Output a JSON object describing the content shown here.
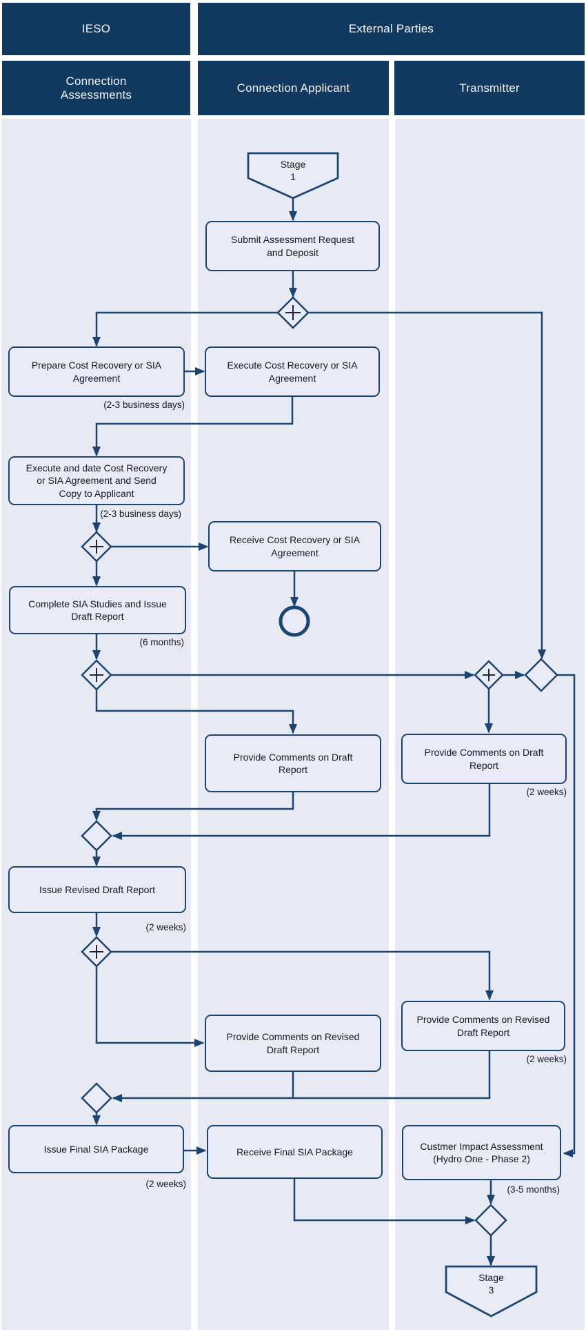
{
  "diagram_type": "swimlane-flowchart",
  "colors": {
    "header_fill": "#123a61",
    "header_text": "#f2f5f9",
    "lane_background": "#e7e9f3",
    "node_fill": "#e9ebf6",
    "line_and_border": "#1b4472",
    "text": "#16162e"
  },
  "header": {
    "groups": [
      {
        "label": "IESO"
      },
      {
        "label": "External Parties"
      }
    ],
    "lanes": [
      {
        "label": "Connection Assessments"
      },
      {
        "label": "Connection Applicant"
      },
      {
        "label": "Transmitter"
      }
    ]
  },
  "nodes": {
    "stage1": {
      "word": "Stage",
      "number": "1"
    },
    "submit": {
      "label": "Submit Assessment Request and Deposit"
    },
    "prepare": {
      "label": "Prepare Cost Recovery or SIA Agreement",
      "caption": "(2-3 business days)"
    },
    "execute": {
      "label": "Execute Cost Recovery or SIA Agreement"
    },
    "execute_date": {
      "label": "Execute and date Cost Recovery or SIA Agreement and Send Copy to Applicant",
      "caption": "(2-3 business days)"
    },
    "receive_cr": {
      "label": "Receive Cost Recovery or SIA Agreement"
    },
    "complete_sia": {
      "label": "Complete SIA Studies and Issue Draft Report",
      "caption": "(6 months)"
    },
    "comments_draft_applicant": {
      "label": "Provide Comments on Draft Report"
    },
    "comments_draft_transmitter": {
      "label": "Provide Comments on Draft Report",
      "caption": "(2 weeks)"
    },
    "issue_revised": {
      "label": "Issue Revised Draft Report",
      "caption": "(2 weeks)"
    },
    "comments_revised_applicant": {
      "label": "Provide Comments on Revised Draft Report"
    },
    "comments_revised_transmitter": {
      "label": "Provide Comments on Revised Draft Report",
      "caption": "(2 weeks)"
    },
    "issue_final": {
      "label": "Issue Final SIA Package",
      "caption": "(2 weeks)"
    },
    "receive_final": {
      "label": "Receive Final SIA Package"
    },
    "customer_impact": {
      "label": "Custmer Impact Assessment (Hydro One - Phase 2)",
      "caption": "(3-5 months)"
    },
    "stage3": {
      "word": "Stage",
      "number": "3"
    }
  }
}
